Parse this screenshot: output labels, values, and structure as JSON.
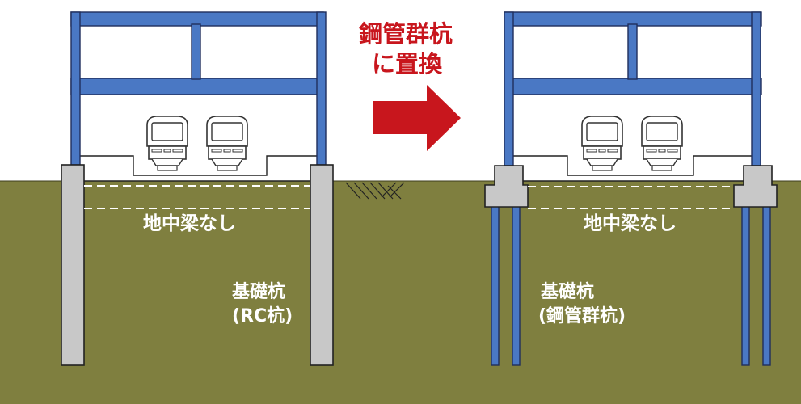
{
  "arrow_label": {
    "line1": "鋼管群杭",
    "line2": "に置換"
  },
  "before": {
    "beam_note": "地中梁なし",
    "pile_line1": "基礎杭",
    "pile_line2": "(RC杭)"
  },
  "after": {
    "beam_note": "地中梁なし",
    "pile_line1": "基礎杭",
    "pile_line2": "(鋼管群杭)"
  },
  "colors": {
    "ground": "#7f7f3f",
    "frame_blue": "#4a78c4",
    "frame_outline": "#1f2e5c",
    "rc_pile": "#c8c8c8",
    "arrow_red": "#c8161d",
    "label_white": "#ffffff"
  }
}
